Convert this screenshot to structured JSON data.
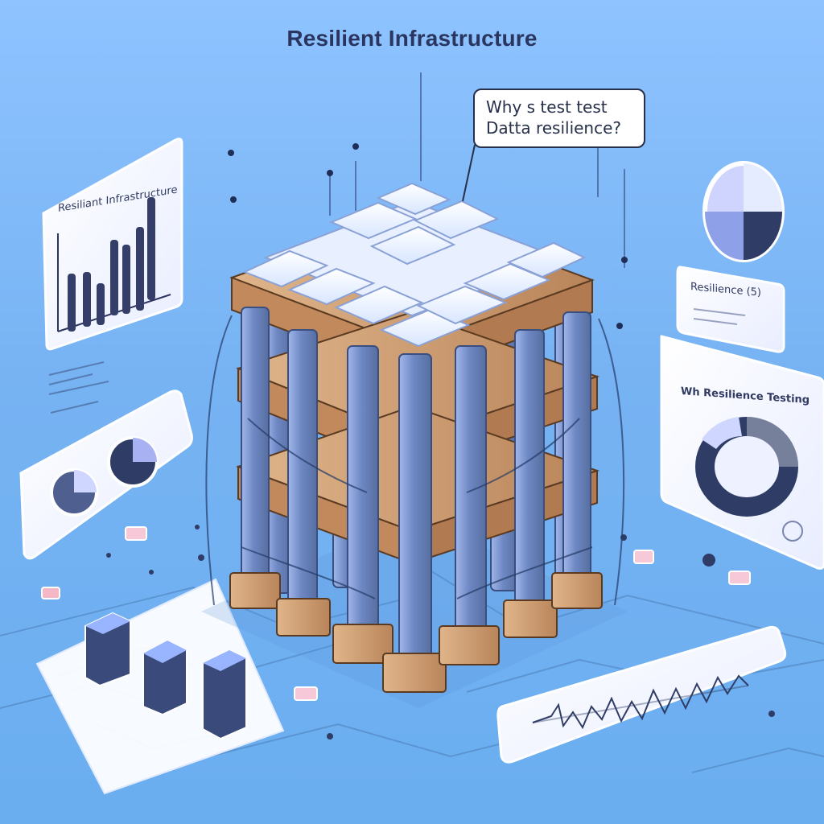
{
  "title": "Resilient Infrastructure",
  "callout": {
    "line1": "Why s test test",
    "line2": "Datta resilience?"
  },
  "panels": {
    "left_label": "Resiliant Infrastructure",
    "right_label_1": "Resilience (5)",
    "right_label_2": "Wh Resilience Testing"
  },
  "colors": {
    "background": "#7ab8f5",
    "panel": "#eef1ff",
    "pillar": "#6f86b8",
    "wood": "#c8986a",
    "block": "#dde8ff",
    "ink": "#27304a",
    "accent": "#3a466e"
  }
}
